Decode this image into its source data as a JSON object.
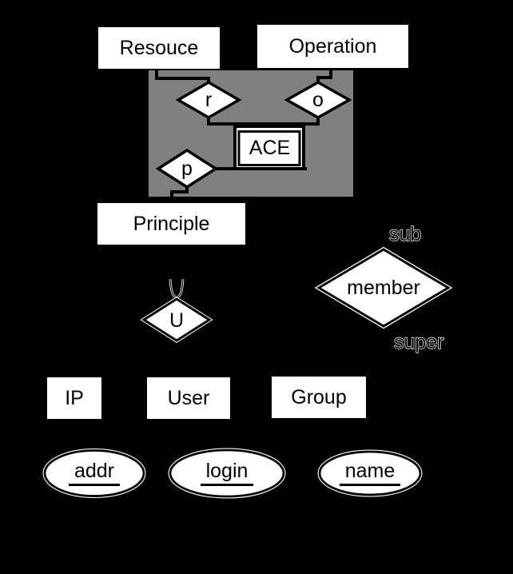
{
  "diagram_type": "entity-relationship",
  "colors": {
    "background": "#000000",
    "aggregation_fill": "#808080",
    "node_fill": "#ffffff",
    "line": "#000000",
    "text": "#000000",
    "outlined_text_stroke": "#ffffff"
  },
  "entities": [
    {
      "id": "resouce",
      "label": "Resouce"
    },
    {
      "id": "operation",
      "label": "Operation"
    },
    {
      "id": "principle",
      "label": "Principle"
    },
    {
      "id": "ip",
      "label": "IP"
    },
    {
      "id": "user",
      "label": "User"
    },
    {
      "id": "group",
      "label": "Group"
    }
  ],
  "relationships": [
    {
      "id": "r",
      "label": "r"
    },
    {
      "id": "o",
      "label": "o"
    },
    {
      "id": "p",
      "label": "p"
    },
    {
      "id": "member",
      "label": "member"
    },
    {
      "id": "union",
      "label": "U"
    }
  ],
  "aggregation": {
    "label": "ACE"
  },
  "annotations": {
    "sub": "sub",
    "super": "super"
  },
  "attributes": [
    {
      "id": "addr",
      "label": "addr",
      "underlined": true
    },
    {
      "id": "login",
      "label": "login",
      "underlined": true
    },
    {
      "id": "name",
      "label": "name",
      "underlined": true
    }
  ]
}
